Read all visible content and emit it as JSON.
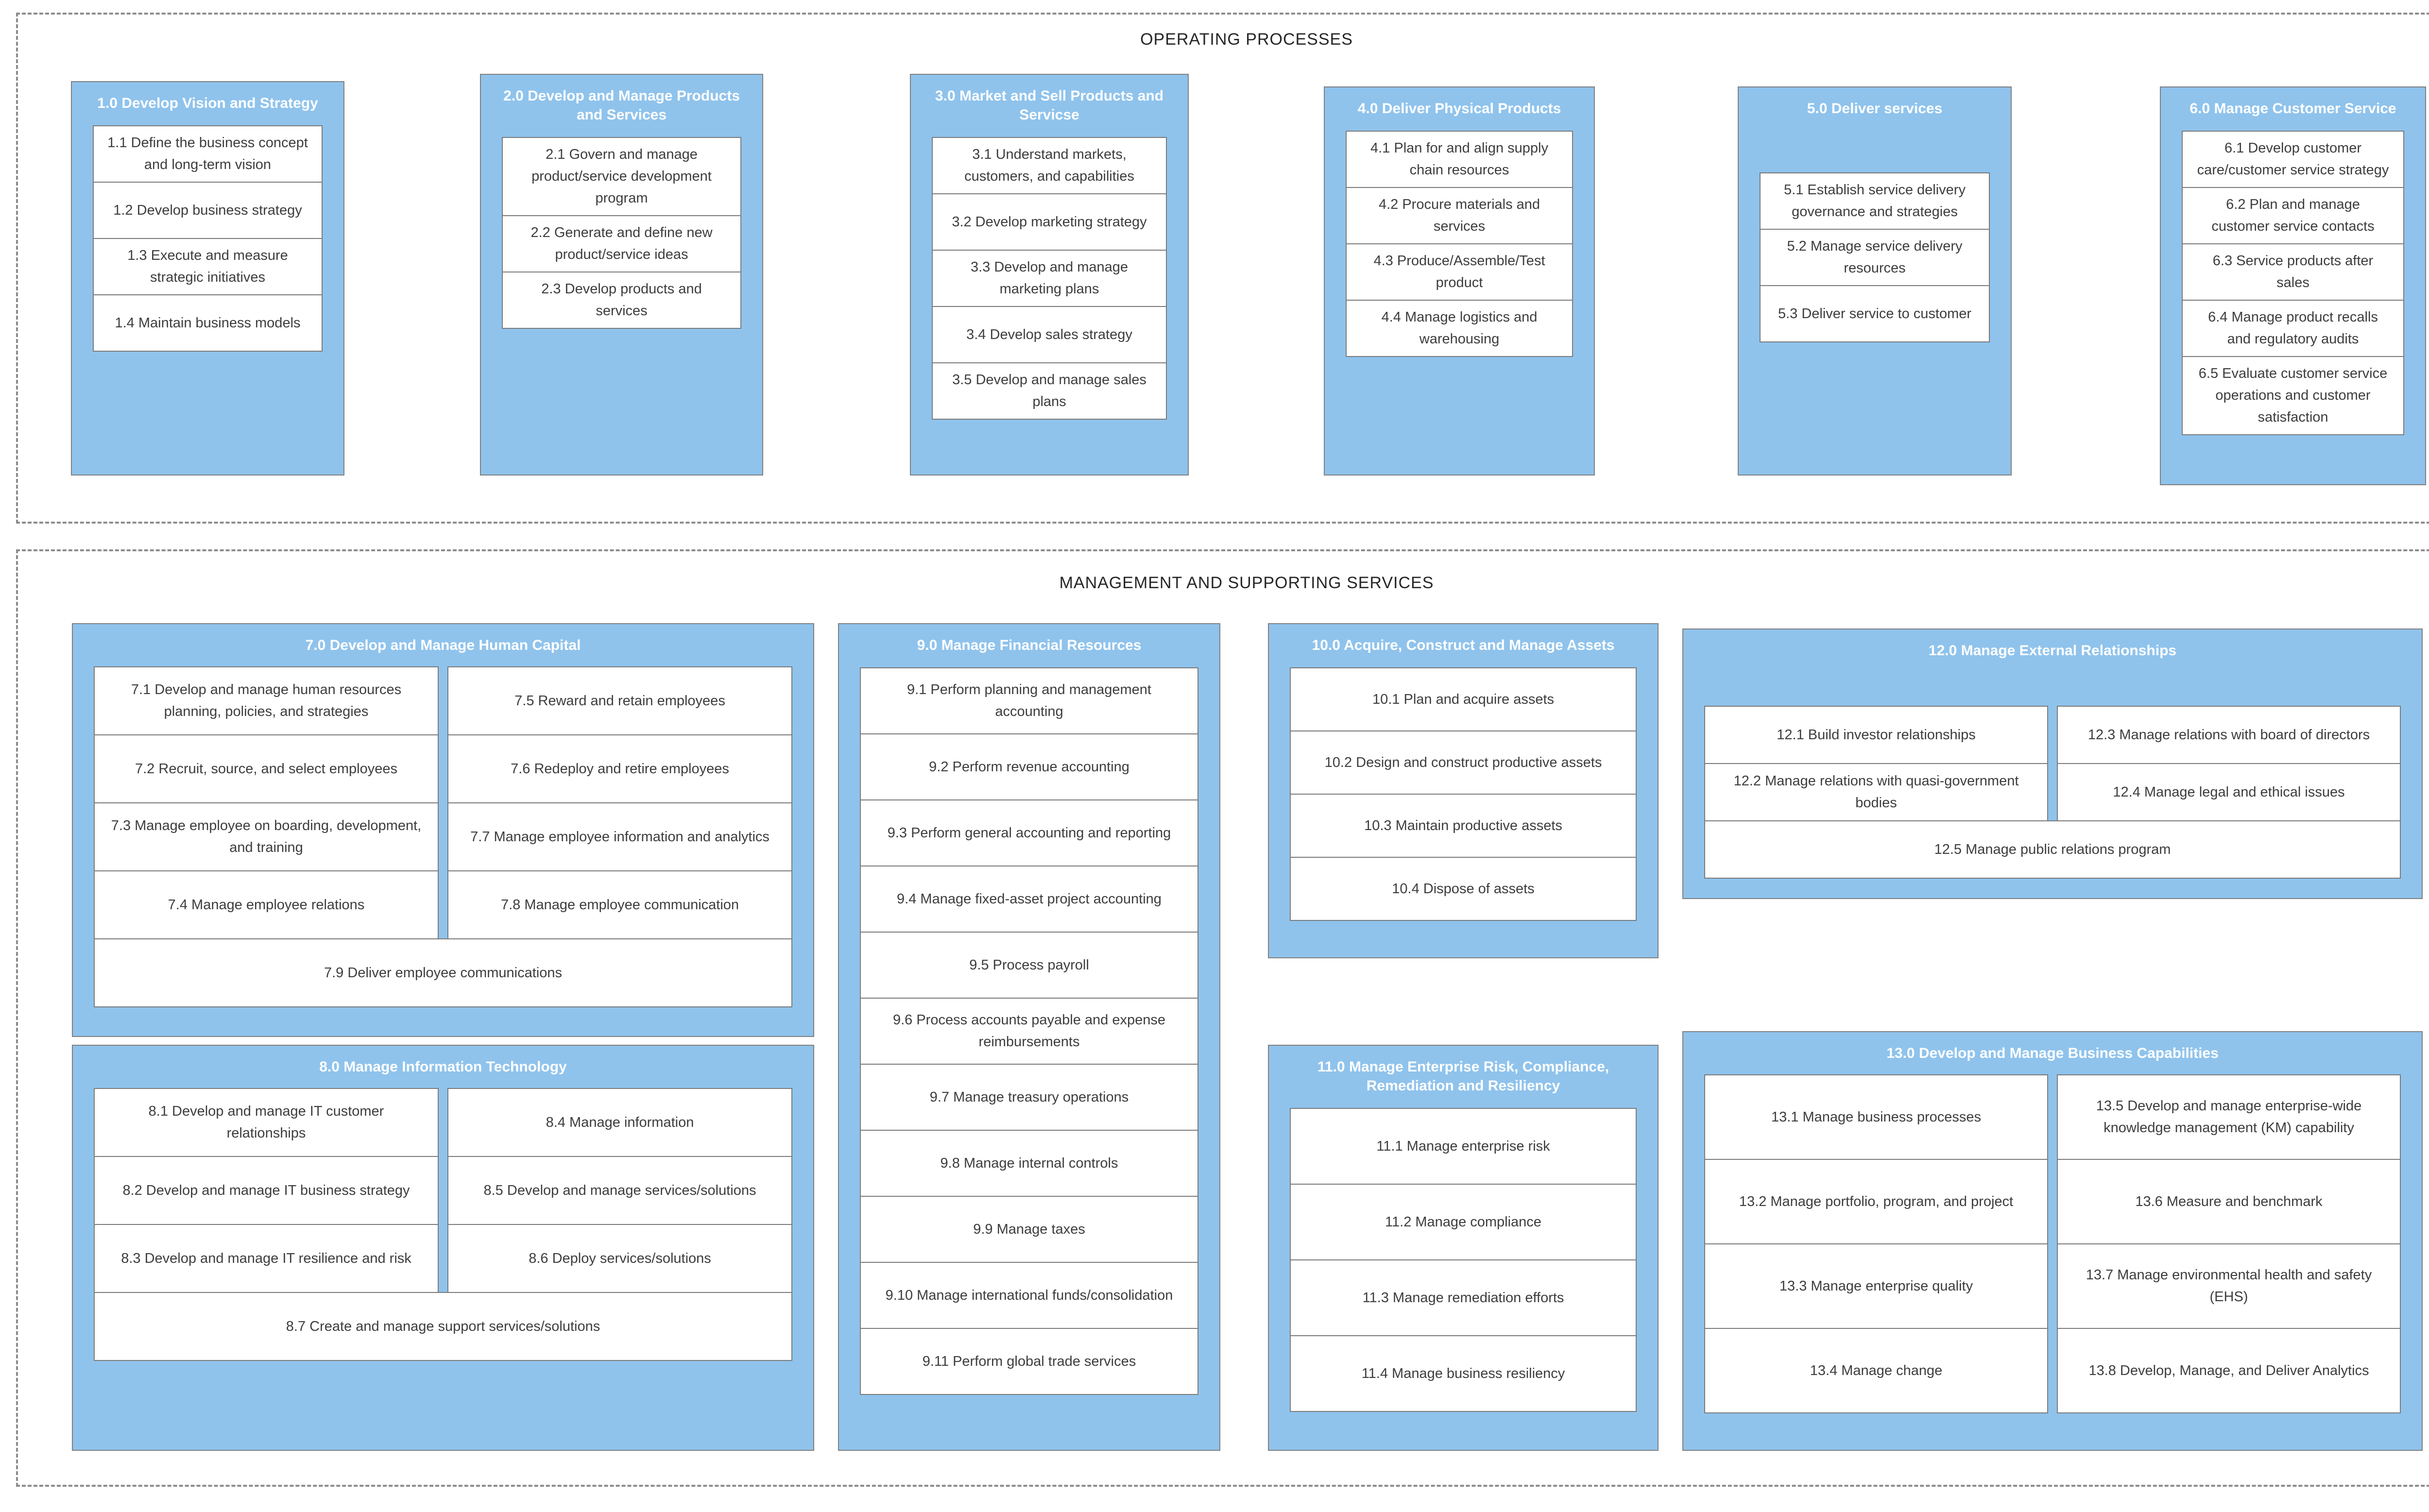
{
  "colors": {
    "box_fill": "#8fc3ec",
    "box_border": "#808080",
    "item_border": "#7b7b7b",
    "item_text": "#3d3d3d",
    "header_text": "#ffffff",
    "section_border": "#8c8c8c",
    "title_text": "#262626",
    "background": "#ffffff"
  },
  "sections": [
    {
      "title": "OPERATING PROCESSES",
      "boxes": [
        {
          "title": "1.0 Develop Vision and Strategy",
          "items": [
            "1.1 Define the business concept and long-term vision",
            "1.2 Develop business strategy",
            "1.3 Execute and measure strategic initiatives",
            "1.4 Maintain business models"
          ]
        },
        {
          "title": "2.0 Develop and Manage Products and Services",
          "items": [
            "2.1 Govern and manage product/service development program",
            "2.2 Generate and define new product/service ideas",
            "2.3 Develop products and services"
          ]
        },
        {
          "title": "3.0 Market and Sell Products and Servicse",
          "items": [
            "3.1 Understand markets, customers, and capabilities",
            "3.2 Develop marketing strategy",
            "3.3 Develop and manage marketing plans",
            "3.4 Develop sales strategy",
            "3.5 Develop and manage sales plans"
          ]
        },
        {
          "title": "4.0 Deliver Physical Products",
          "items": [
            "4.1 Plan for and align supply chain resources",
            "4.2 Procure materials and services",
            "4.3 Produce/Assemble/Test product",
            "4.4 Manage logistics and warehousing"
          ]
        },
        {
          "title": "5.0 Deliver services",
          "items": [
            "5.1 Establish service delivery governance and strategies",
            "5.2 Manage service delivery resources",
            "5.3 Deliver service to customer"
          ]
        },
        {
          "title": "6.0 Manage Customer Service",
          "items": [
            "6.1 Develop customer care/customer service strategy",
            "6.2 Plan and manage customer service contacts",
            "6.3 Service products after sales",
            "6.4 Manage product recalls and regulatory audits",
            "6.5 Evaluate customer service operations and customer satisfaction"
          ]
        }
      ]
    },
    {
      "title": "MANAGEMENT AND SUPPORTING SERVICES",
      "boxes": [
        {
          "title": "7.0 Develop and Manage Human Capital",
          "items": [
            "7.1 Develop and manage human resources planning, policies, and strategies",
            "7.5 Reward and retain employees",
            "7.2 Recruit, source, and select employees",
            "7.6 Redeploy and retire employees",
            "7.3 Manage employee on boarding, development, and training",
            "7.7 Manage employee information and analytics",
            "7.4 Manage employee relations",
            "7.8 Manage employee communication",
            "7.9 Deliver employee communications"
          ]
        },
        {
          "title": "8.0 Manage Information Technology",
          "items": [
            "8.1 Develop and manage IT customer relationships",
            "8.4 Manage information",
            "8.2 Develop and manage IT business strategy",
            "8.5 Develop and manage services/solutions",
            "8.3 Develop and manage IT resilience and risk",
            "8.6 Deploy services/solutions",
            "8.7 Create and manage support services/solutions"
          ]
        },
        {
          "title": "9.0 Manage Financial Resources",
          "items": [
            "9.1 Perform planning and management accounting",
            "9.2 Perform revenue accounting",
            "9.3 Perform general accounting and reporting",
            "9.4 Manage fixed-asset project accounting",
            "9.5 Process payroll",
            "9.6 Process accounts payable and expense reimbursements",
            "9.7 Manage treasury operations",
            "9.8 Manage internal controls",
            "9.9 Manage taxes",
            "9.10 Manage international funds/consolidation",
            "9.11 Perform global trade services"
          ]
        },
        {
          "title": "10.0 Acquire, Construct and Manage Assets",
          "items": [
            "10.1 Plan and acquire assets",
            "10.2 Design and construct productive assets",
            "10.3 Maintain productive assets",
            "10.4 Dispose of assets"
          ]
        },
        {
          "title": "11.0 Manage Enterprise Risk, Compliance, Remediation and Resiliency",
          "items": [
            "11.1 Manage enterprise risk",
            "11.2 Manage compliance",
            "11.3 Manage remediation efforts",
            "11.4 Manage business resiliency"
          ]
        },
        {
          "title": "12.0 Manage External Relationships",
          "items": [
            "12.1 Build investor relationships",
            "12.3 Manage relations with board of directors",
            "12.2 Manage relations with quasi-government bodies",
            "12.4 Manage legal and ethical issues",
            "12.5 Manage public relations program"
          ]
        },
        {
          "title": "13.0 Develop and Manage Business Capabilities",
          "items": [
            "13.1 Manage business processes",
            "13.5 Develop and manage enterprise-wide knowledge management (KM) capability",
            "13.2 Manage portfolio, program, and project",
            "13.6 Measure and benchmark",
            "13.3 Manage enterprise quality",
            "13.7 Manage environmental health and safety (EHS)",
            "13.4 Manage change",
            "13.8 Develop, Manage, and Deliver Analytics"
          ]
        }
      ]
    }
  ]
}
